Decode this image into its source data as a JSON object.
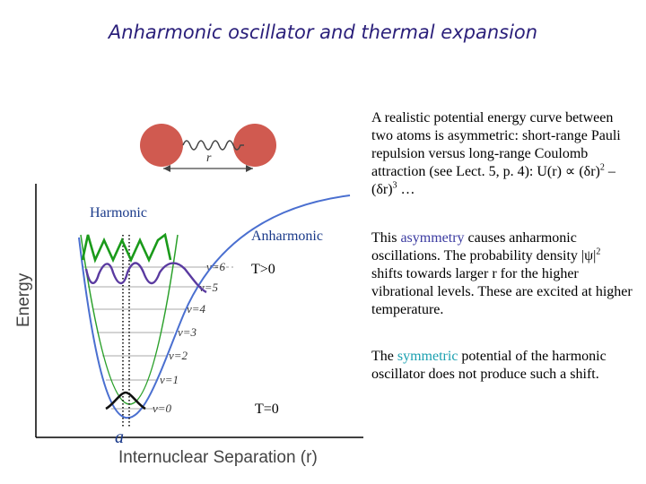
{
  "title": "Anharmonic oscillator and thermal expansion",
  "figure": {
    "label_harmonic": "Harmonic",
    "label_anharmonic": "Anharmonic",
    "label_t_hot": "T>0",
    "label_t_zero": "T=0",
    "label_a": "a",
    "y_axis_label": "Energy",
    "x_axis_label": "Internuclear Separation (r)",
    "spring_label": "r",
    "levels": [
      "v=6",
      "v=5",
      "v=4",
      "v=3",
      "v=2",
      "v=1",
      "v=0"
    ]
  },
  "text": {
    "p1_a": "A realistic potential energy curve between two atoms is asymmetric: short-range Pauli repulsion versus long-range Coulomb attraction (see Lect. 5, p. 4): U(r) ∝ (δr)",
    "p1_sup1": "2",
    "p1_b": " – (δr)",
    "p1_sup2": "3",
    "p1_c": " …",
    "p2_a": "This ",
    "p2_hl": "asymmetry",
    "p2_b": " causes anharmonic oscillations. The probability density |ψ|",
    "p2_sup": "2",
    "p2_c": " shifts towards larger r for the higher vibrational levels. These are excited at higher temperature.",
    "p3_a": "The ",
    "p3_hl": "symmetric",
    "p3_b": " potential of the harmonic oscillator does not produce such a shift."
  },
  "colors": {
    "title": "#2a1f7a",
    "harmonic": "#2aa02a",
    "anharmonic": "#4a6fd0",
    "atom": "#d05a50",
    "wave_hot": "#5a3aa0"
  }
}
